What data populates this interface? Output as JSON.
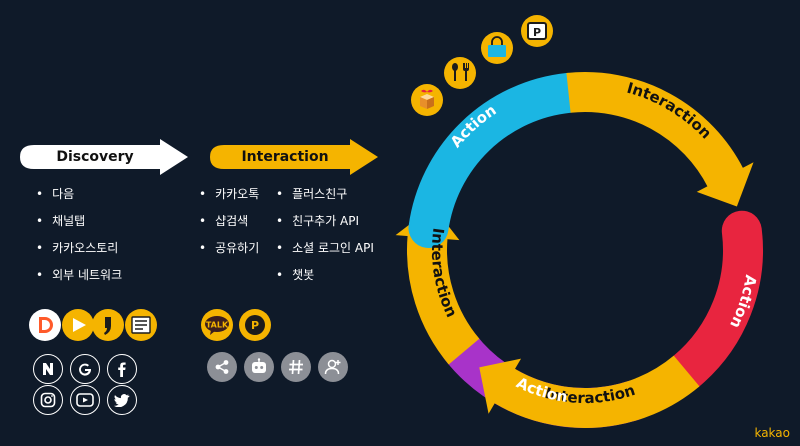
{
  "funnel": {
    "discovery": {
      "label": "Discovery",
      "items": [
        "다음",
        "채널탭",
        "카카오스토리",
        "외부 네트워크"
      ]
    },
    "interaction": {
      "label": "Interaction",
      "items_left": [
        "카카오톡",
        "샵검색",
        "공유하기"
      ],
      "items_right": [
        "플러스친구",
        "친구추가 API",
        "소셜 로그인 API",
        "챗봇"
      ]
    }
  },
  "cycle": {
    "segments": [
      {
        "label": "Action",
        "color": "#1bb6e3"
      },
      {
        "label": "Interaction",
        "color": "#f5b400"
      },
      {
        "label": "Action",
        "color": "#e8253f"
      },
      {
        "label": "Interaction",
        "color": "#f5b400"
      },
      {
        "label": "Action",
        "color": "#a833c9"
      },
      {
        "label": "Interaction",
        "color": "#f5b400"
      }
    ]
  },
  "icons": {
    "discovery_apps": [
      "daum-icon",
      "kakao-page-icon",
      "kakao-story-icon",
      "news-icon"
    ],
    "discovery_social": [
      "naver-icon",
      "google-icon",
      "facebook-icon",
      "instagram-icon",
      "youtube-icon",
      "twitter-icon"
    ],
    "interaction_apps": {
      "talk_label": "TALK",
      "pay_label": "P"
    },
    "interaction_tools": [
      "share-icon",
      "chatbot-icon",
      "sharp-search-icon",
      "add-friend-icon"
    ],
    "commerce": [
      "gift-icon",
      "food-icon",
      "shopping-icon",
      "parking-icon"
    ],
    "parking_letter": "P"
  },
  "brand": "kakao",
  "colors": {
    "bg": "#0f1a29",
    "yellow": "#f5b400",
    "white": "#ffffff"
  }
}
